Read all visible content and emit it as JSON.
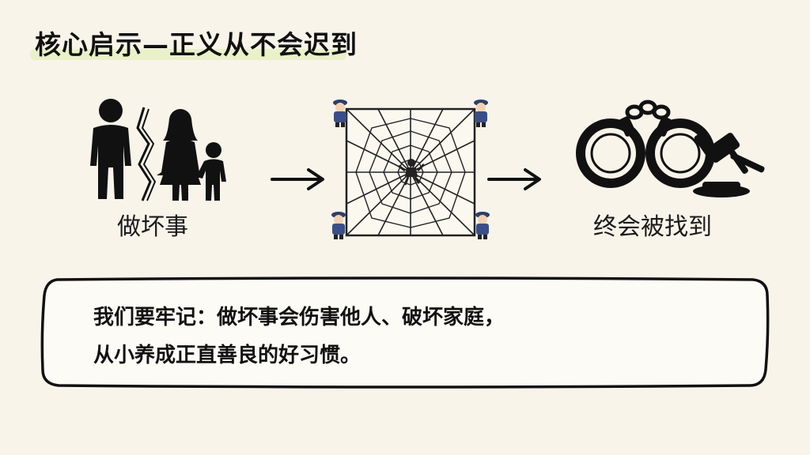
{
  "slide": {
    "title": "核心启示—正义从不会迟到",
    "steps": [
      {
        "caption": "做坏事",
        "icon": "family-broken-icon"
      },
      {
        "caption": "",
        "icon": "police-spider-web-icon"
      },
      {
        "caption": "终会被找到",
        "icon": "handcuffs-gavel-icon"
      }
    ],
    "arrow_icon": "arrow-right-icon",
    "message": {
      "line1": "我们要牢记：做坏事会伤害他人、破坏家庭，",
      "line2": "从小养成正直善良的好习惯。"
    }
  }
}
